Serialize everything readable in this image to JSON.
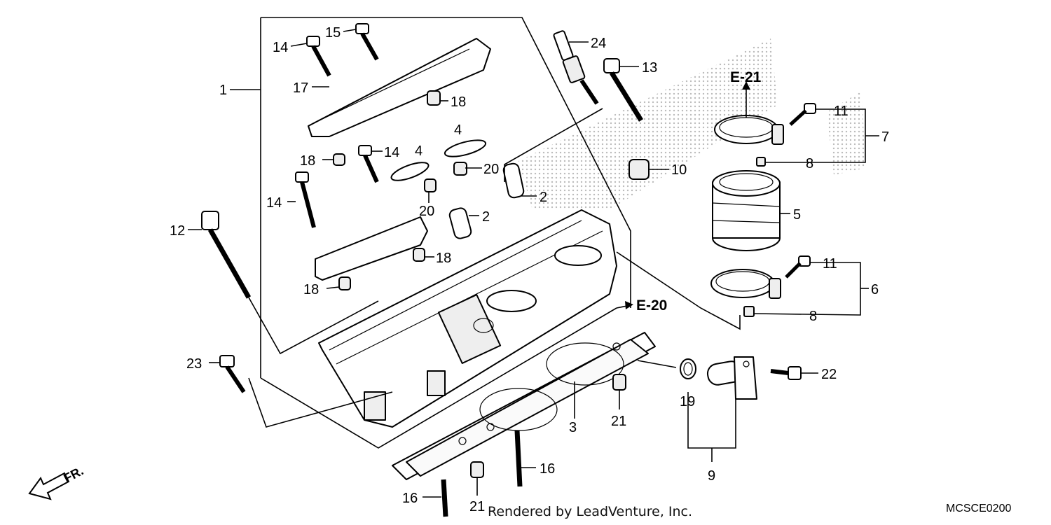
{
  "callouts": {
    "c1": "1",
    "c2a": "2",
    "c2b": "2",
    "c3": "3",
    "c4a": "4",
    "c4b": "4",
    "c5": "5",
    "c6": "6",
    "c7": "7",
    "c8a": "8",
    "c8b": "8",
    "c9": "9",
    "c10": "10",
    "c11a": "11",
    "c11b": "11",
    "c12": "12",
    "c13": "13",
    "c14a": "14",
    "c14b": "14",
    "c14c": "14",
    "c15": "15",
    "c16a": "16",
    "c16b": "16",
    "c17": "17",
    "c18a": "18",
    "c18b": "18",
    "c18c": "18",
    "c18d": "18",
    "c19": "19",
    "c20a": "20",
    "c20b": "20",
    "c21a": "21",
    "c21b": "21",
    "c22": "22",
    "c23": "23",
    "c24": "24"
  },
  "refs": {
    "e21": "E-21",
    "e20": "E-20"
  },
  "front_label": "FR.",
  "credit": "Rendered by LeadVenture, Inc.",
  "diagram_code": "MCSCE0200"
}
